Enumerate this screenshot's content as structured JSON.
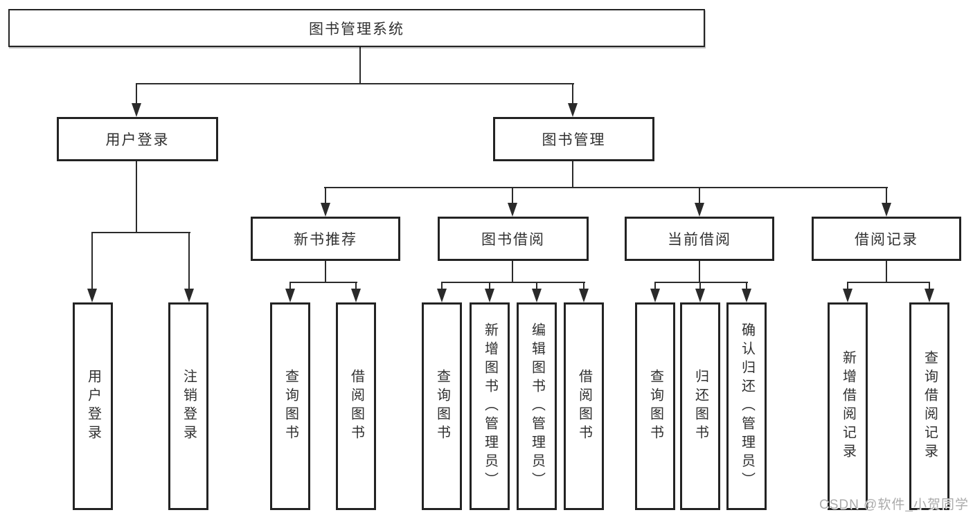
{
  "tree": {
    "root": "图书管理系统",
    "branches": [
      {
        "label": "用户登录",
        "children": [
          "用户登录",
          "注销登录"
        ]
      },
      {
        "label": "图书管理",
        "sections": [
          {
            "label": "新书推荐",
            "children": [
              "查询图书",
              "借阅图书"
            ]
          },
          {
            "label": "图书借阅",
            "children": [
              "查询图书",
              "新增图书（管理员）",
              "编辑图书（管理员）",
              "借阅图书"
            ]
          },
          {
            "label": "当前借阅",
            "children": [
              "查询图书",
              "归还图书",
              "确认归还（管理员）"
            ]
          },
          {
            "label": "借阅记录",
            "children": [
              "新增借阅记录",
              "查询借阅记录"
            ]
          }
        ]
      }
    ]
  },
  "watermark": "CSDN @软件_小贺同学",
  "colors": {
    "line": "#2a2a2a",
    "border": "#232323",
    "text": "#303030",
    "watermark": "#ababab",
    "background": "#ffffff"
  }
}
